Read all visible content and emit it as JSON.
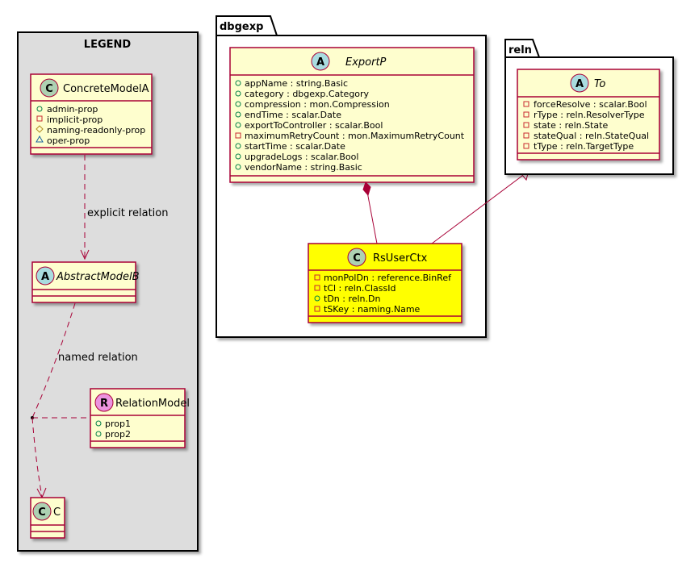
{
  "colors": {
    "class_fill": "#FEFECE",
    "class_border": "#A80036",
    "highlight_fill": "#FFFF00",
    "legend_fill": "#DDDDDD",
    "abstract_circle": "#A9DCDF",
    "concrete_circle": "#ADD1B2",
    "relation_circle": "#EB93DF",
    "edge": "#A80036"
  },
  "legend": {
    "title": "LEGEND",
    "concrete_model": {
      "stereotype": "C",
      "name": "ConcreteModelA",
      "attributes": [
        {
          "visibility": "public",
          "text": "admin-prop"
        },
        {
          "visibility": "private",
          "text": "implicit-prop"
        },
        {
          "visibility": "protected",
          "text": "naming-readonly-prop"
        },
        {
          "visibility": "package",
          "text": "oper-prop"
        }
      ]
    },
    "abstract_model": {
      "stereotype": "A",
      "name": "AbstractModelB"
    },
    "relation_model": {
      "stereotype": "R",
      "name": "RelationModel",
      "attributes": [
        {
          "visibility": "public",
          "text": "prop1"
        },
        {
          "visibility": "public",
          "text": "prop2"
        }
      ]
    },
    "c_model": {
      "stereotype": "C",
      "name": "C"
    },
    "explicit_relation_label": "explicit relation",
    "named_relation_label": "named relation"
  },
  "packages": {
    "dbgexp": {
      "name": "dbgexp",
      "export_p": {
        "stereotype": "A",
        "name": "ExportP",
        "attributes": [
          {
            "visibility": "public",
            "text": "appName : string.Basic"
          },
          {
            "visibility": "public",
            "text": "category : dbgexp.Category"
          },
          {
            "visibility": "public",
            "text": "compression : mon.Compression"
          },
          {
            "visibility": "public",
            "text": "endTime : scalar.Date"
          },
          {
            "visibility": "public",
            "text": "exportToController : scalar.Bool"
          },
          {
            "visibility": "private",
            "text": "maximumRetryCount : mon.MaximumRetryCount"
          },
          {
            "visibility": "public",
            "text": "startTime : scalar.Date"
          },
          {
            "visibility": "public",
            "text": "upgradeLogs : scalar.Bool"
          },
          {
            "visibility": "public",
            "text": "vendorName : string.Basic"
          }
        ]
      },
      "rs_user_ctx": {
        "stereotype": "C",
        "name": "RsUserCtx",
        "attributes": [
          {
            "visibility": "private",
            "text": "monPolDn : reference.BinRef"
          },
          {
            "visibility": "private",
            "text": "tCl : reln.ClassId"
          },
          {
            "visibility": "public",
            "text": "tDn : reln.Dn"
          },
          {
            "visibility": "private",
            "text": "tSKey : naming.Name"
          }
        ]
      }
    },
    "reln": {
      "name": "reln",
      "to": {
        "stereotype": "A",
        "name": "To",
        "attributes": [
          {
            "visibility": "private",
            "text": "forceResolve : scalar.Bool"
          },
          {
            "visibility": "private",
            "text": "rType : reln.ResolverType"
          },
          {
            "visibility": "private",
            "text": "state : reln.State"
          },
          {
            "visibility": "private",
            "text": "stateQual : reln.StateQual"
          },
          {
            "visibility": "private",
            "text": "tType : reln.TargetType"
          }
        ]
      }
    }
  }
}
